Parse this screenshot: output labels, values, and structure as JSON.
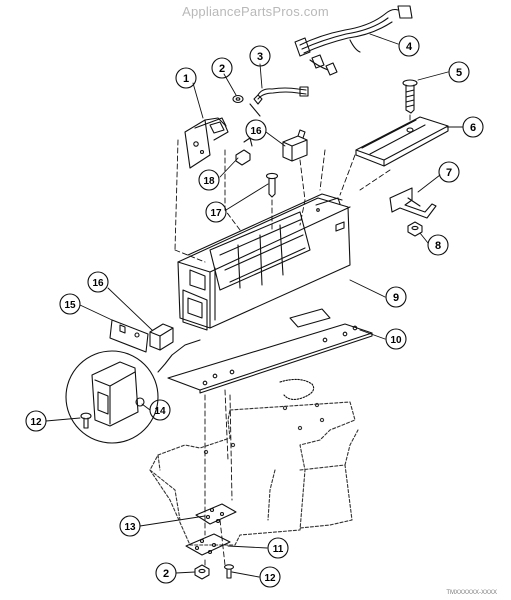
{
  "watermark": "AppliancePartsPros.com",
  "footer_code": "TMXXXXXX-XXXX",
  "callouts": [
    {
      "id": "c1",
      "number": "1"
    },
    {
      "id": "c2a",
      "number": "2"
    },
    {
      "id": "c3",
      "number": "3"
    },
    {
      "id": "c4",
      "number": "4"
    },
    {
      "id": "c5",
      "number": "5"
    },
    {
      "id": "c6",
      "number": "6"
    },
    {
      "id": "c7",
      "number": "7"
    },
    {
      "id": "c8",
      "number": "8"
    },
    {
      "id": "c9",
      "number": "9"
    },
    {
      "id": "c10",
      "number": "10"
    },
    {
      "id": "c11",
      "number": "11"
    },
    {
      "id": "c12a",
      "number": "12"
    },
    {
      "id": "c12b",
      "number": "12"
    },
    {
      "id": "c13",
      "number": "13"
    },
    {
      "id": "c14",
      "number": "14"
    },
    {
      "id": "c15",
      "number": "15"
    },
    {
      "id": "c16a",
      "number": "16"
    },
    {
      "id": "c16b",
      "number": "16"
    },
    {
      "id": "c17",
      "number": "17"
    },
    {
      "id": "c18",
      "number": "18"
    },
    {
      "id": "c2b",
      "number": "2"
    }
  ]
}
